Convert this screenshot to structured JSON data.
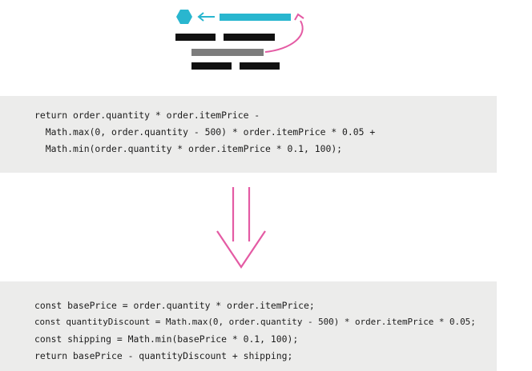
{
  "illustration": {
    "colors": {
      "hexagon": "#29b6cf",
      "highlight_bar": "#29b6cf",
      "arrow_pink": "#e45ba4",
      "dark_bars": "#111111",
      "gray_bar": "#7d7d7d"
    }
  },
  "before_code": {
    "lines": [
      "return order.quantity * order.itemPrice -",
      "  Math.max(0, order.quantity - 500) * order.itemPrice * 0.05 +",
      "  Math.min(order.quantity * order.itemPrice * 0.1, 100);"
    ]
  },
  "transform_arrow": {
    "color": "#e45ba4"
  },
  "after_code": {
    "lines": [
      "const basePrice = order.quantity * order.itemPrice;",
      "const quantityDiscount = Math.max(0, order.quantity - 500) * order.itemPrice * 0.05;",
      "const shipping = Math.min(basePrice * 0.1, 100);",
      "return basePrice - quantityDiscount + shipping;"
    ]
  },
  "colors": {
    "panel_background": "#ececeb",
    "code_text": "#1c1c1c"
  }
}
